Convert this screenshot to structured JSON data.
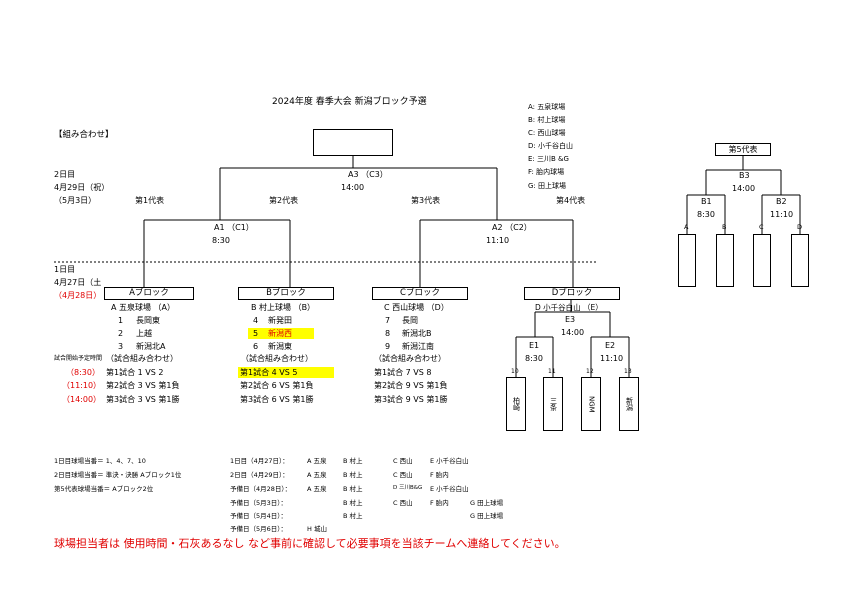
{
  "title": "2024年度 春季大会 新潟ブロック予選",
  "section_label": "【組み合わせ】",
  "venues": [
    "A: 五泉球場",
    "B: 村上球場",
    "C: 西山球場",
    "D: 小千谷白山",
    "E: 三川B &G",
    "F: 胎内球場",
    "G: 田上球場"
  ],
  "day2": {
    "label": "2日目",
    "date": "4月29日（祝）",
    "reserve": "（5月3日）",
    "final_match": "A3 （C3）",
    "final_time": "14:00",
    "reps": [
      "第1代表",
      "第2代表",
      "第3代表",
      "第4代表"
    ],
    "semi1_match": "A1 （C1）",
    "semi1_time": "8:30",
    "semi2_match": "A2 （C2）",
    "semi2_time": "11:10"
  },
  "rep5": {
    "title": "第5代表",
    "final_match": "B3",
    "final_time": "14:00",
    "semi1_match": "B1",
    "semi1_time": "8:30",
    "semi2_match": "B2",
    "semi2_time": "11:10",
    "slots": [
      "A",
      "B",
      "C",
      "D"
    ]
  },
  "day1": {
    "label": "1日目",
    "date": "4月27日（土",
    "reserve": "（4月28日）",
    "time_note": "試合開始予定時間",
    "times": [
      "（8:30）",
      "（11:10）",
      "（14:00）"
    ]
  },
  "blocks": {
    "a": {
      "title": "Aブロック",
      "venue": "A  五泉球場     （A）",
      "teams": [
        {
          "num": "1",
          "name": "長岡東"
        },
        {
          "num": "2",
          "name": "上越"
        },
        {
          "num": "3",
          "name": "新潟北A"
        }
      ],
      "combo_label": "（試合組み合わせ）",
      "games": [
        "第1試合   1   VS     2",
        "第2試合   3   VS     第1負",
        "第3試合   3   VS     第1勝"
      ]
    },
    "b": {
      "title": "Bブロック",
      "venue": "B  村上球場     （B）",
      "teams": [
        {
          "num": "4",
          "name": "新発田"
        },
        {
          "num": "5",
          "name": "新潟西"
        },
        {
          "num": "6",
          "name": "新潟東"
        }
      ],
      "combo_label": "（試合組み合わせ）",
      "games": [
        "第1試合   4   VS     5",
        "第2試合   6   VS     第1負",
        "第3試合   6   VS     第1勝"
      ]
    },
    "c": {
      "title": "Cブロック",
      "venue": "C  西山球場     （D）",
      "teams": [
        {
          "num": "7",
          "name": "長岡"
        },
        {
          "num": "8",
          "name": "新潟北B"
        },
        {
          "num": "9",
          "name": "新潟江南"
        }
      ],
      "combo_label": "（試合組み合わせ）",
      "games": [
        "第1試合   7   VS     8",
        "第2試合   9   VS     第1負",
        "第3試合   9   VS     第1勝"
      ]
    },
    "d": {
      "title": "Dブロック",
      "venue": "D 小千谷白山     （E）",
      "final_match": "E3",
      "final_time": "14:00",
      "semi1_match": "E1",
      "semi1_time": "8:30",
      "semi2_match": "E2",
      "semi2_time": "11:10",
      "nums": [
        "10",
        "11",
        "12",
        "13"
      ],
      "teams": [
        "柏崎",
        "三条",
        "NGM",
        "新潟"
      ]
    }
  },
  "duties": [
    "1日目球場当番＝   1、4、7、10",
    "2日目球場当番＝   準決・決勝  Aブロック1位",
    "第5代表球場当番＝    Aブロック2位"
  ],
  "schedule": [
    {
      "label": "1日目（4月27日）：",
      "cols": [
        "A 五泉",
        "B 村上",
        "C 西山",
        "E 小千谷白山",
        ""
      ]
    },
    {
      "label": "2日目（4月29日）：",
      "cols": [
        "A 五泉",
        "B 村上",
        "C 西山",
        "F 胎内",
        ""
      ]
    },
    {
      "label": "予備日（4月28日）：",
      "cols": [
        "A 五泉",
        "B 村上",
        "D 三川B&G",
        "E 小千谷白山",
        ""
      ]
    },
    {
      "label": "予備日（5月3日）：",
      "cols": [
        "",
        "B 村上",
        "C 西山",
        "F 胎内",
        "G 田上球場"
      ]
    },
    {
      "label": "予備日（5月4日）：",
      "cols": [
        "",
        "B 村上",
        "",
        "",
        "G 田上球場"
      ]
    },
    {
      "label": "予備日（5月6日）：",
      "cols": [
        "H 城山",
        "",
        "",
        "",
        ""
      ]
    }
  ],
  "notice": "球場担当者は  使用時間・石灰あるなし  など事前に確認して必要事項を当該チームへ連絡してください。",
  "colors": {
    "highlight": "#ffff00",
    "alert": "#e00000"
  }
}
